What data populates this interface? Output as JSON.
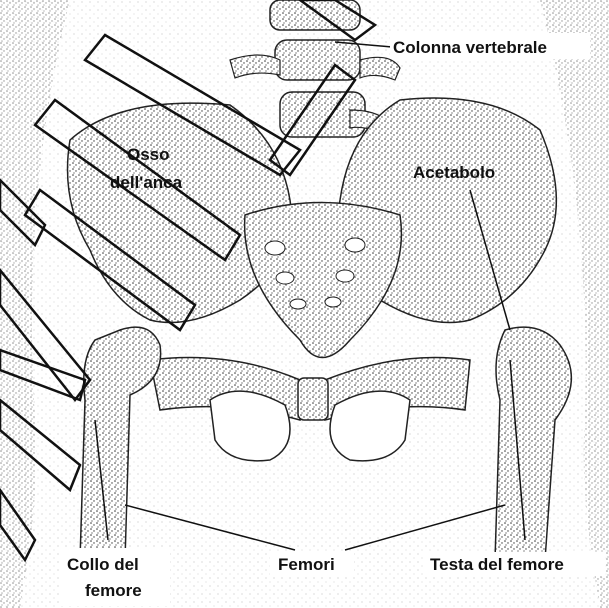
{
  "labels": {
    "spine": "Colonna vertebrale",
    "hip_bone_1": "Osso",
    "hip_bone_2": "dell'anca",
    "acetabulum": "Acetabolo",
    "neck_1": "Collo del",
    "neck_2": "femore",
    "femurs": "Femori",
    "head": "Testa del femore"
  },
  "colors": {
    "ink": "#111111",
    "stipple": "#3a3a3a",
    "background": "#ffffff"
  }
}
